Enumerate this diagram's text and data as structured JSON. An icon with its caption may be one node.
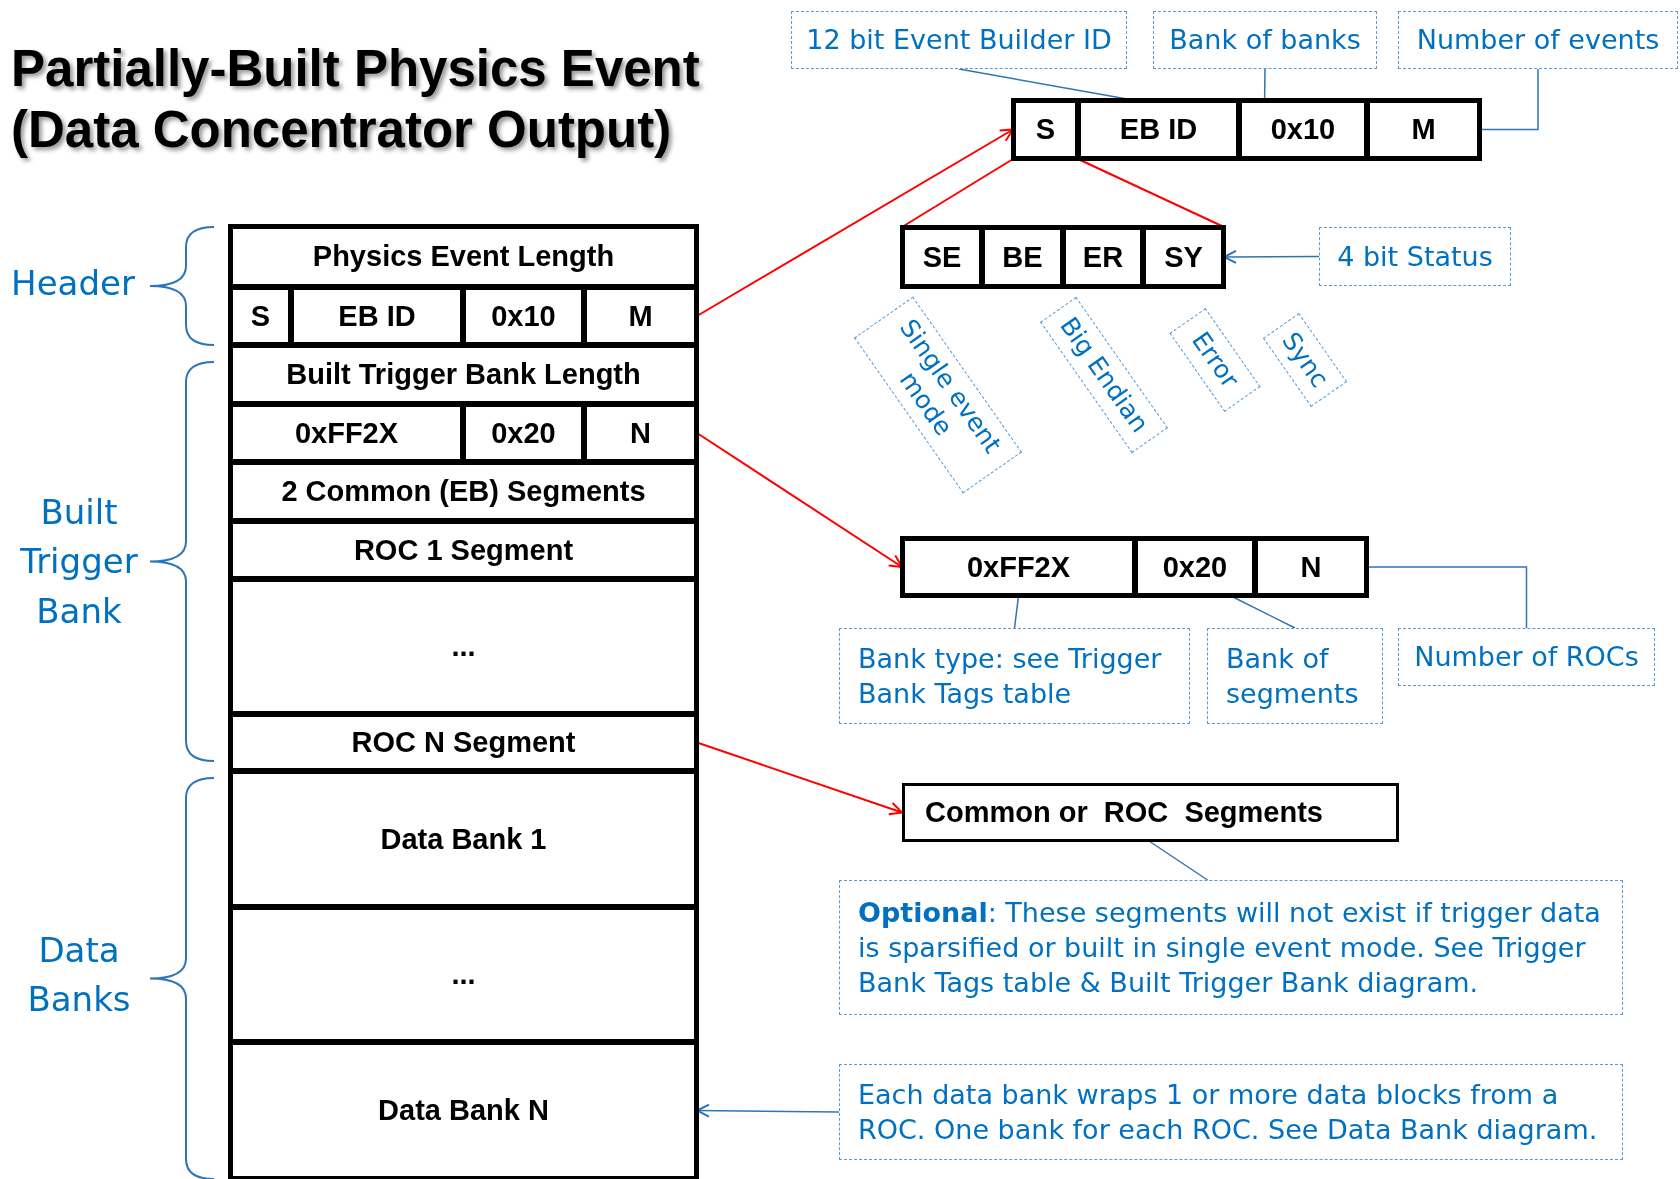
{
  "diagram": {
    "title": "Partially-Built Physics Event (Data Concentrator Output)",
    "nodes": [
      {
        "text": [],
        "shape": "box"
      },
      {
        "text": [
          "Physics Event Length"
        ],
        "in": 0
      },
      {
        "text": [
          "S"
        ],
        "in": 0
      },
      {
        "text": [
          "EB ID"
        ],
        "in": 0
      },
      {
        "text": [
          "0x10"
        ],
        "in": 0
      },
      {
        "text": [
          "M"
        ],
        "in": 0
      },
      {
        "text": [
          "Built Trigger Bank Length"
        ],
        "in": 0
      },
      {
        "text": [
          "0xFF2X"
        ],
        "in": 0
      },
      {
        "text": [
          "0x20"
        ],
        "in": 0
      },
      {
        "text": [
          "N"
        ],
        "in": 0
      },
      {
        "text": [
          "2 Common (EB) Segments"
        ],
        "in": 0
      },
      {
        "text": [
          "ROC 1 Segment"
        ],
        "in": 0
      },
      {
        "text": [
          "..."
        ],
        "in": 0
      },
      {
        "text": [
          "ROC N Segment"
        ],
        "in": 0
      },
      {
        "text": [
          "Data Bank 1"
        ],
        "in": 0
      },
      {
        "text": [
          "..."
        ],
        "in": 0
      },
      {
        "text": [
          "Data Bank N"
        ],
        "in": 0
      },
      {
        "text": [],
        "shape": "box"
      },
      {
        "text": [
          "S"
        ],
        "in": 17
      },
      {
        "text": [
          "EB ID"
        ],
        "in": 17
      },
      {
        "text": [
          "0x10"
        ],
        "in": 17
      },
      {
        "text": [
          "M"
        ],
        "in": 17
      },
      {
        "text": [
          "12 bit Event Builder ID"
        ]
      },
      {
        "text": [
          "Bank of banks"
        ]
      },
      {
        "text": [
          "Number of events"
        ]
      },
      {
        "text": [],
        "shape": "box"
      },
      {
        "text": [
          "SE"
        ],
        "in": 25
      },
      {
        "text": [
          "BE"
        ],
        "in": 25
      },
      {
        "text": [
          "ER"
        ],
        "in": 25
      },
      {
        "text": [
          "SY"
        ],
        "in": 25
      },
      {
        "text": [
          "4 bit Status"
        ]
      },
      {
        "text": [
          "Single event mode"
        ]
      },
      {
        "text": [
          "Big Endian"
        ]
      },
      {
        "text": [
          "Error"
        ]
      },
      {
        "text": [
          "Sync"
        ]
      },
      {
        "text": [],
        "shape": "box"
      },
      {
        "text": [
          "0xFF2X"
        ],
        "in": 35
      },
      {
        "text": [
          "0x20"
        ],
        "in": 35
      },
      {
        "text": [
          "N"
        ],
        "in": 35
      },
      {
        "text": [
          "Bank type: see Trigger Bank Tags table"
        ]
      },
      {
        "text": [
          "Bank of segments"
        ]
      },
      {
        "text": [
          "Number of ROCs"
        ]
      },
      {
        "text": [
          "Common or  ROC  Segments"
        ]
      },
      {
        "text": [
          "**Optional**: These segments will not exist if trigger data is sparsified or built in single event mode. See Trigger Bank Tags table & Built Trigger Bank diagram."
        ]
      },
      {
        "text": [
          "Each data bank wraps 1 or more data blocks from a ROC. One bank for each ROC. See Data Bank diagram."
        ]
      }
    ],
    "edges": [
      {
        "from": 5,
        "to": 17,
        "arrow": "to",
        "color": "#ff0000"
      },
      {
        "from": 9,
        "to": 35,
        "arrow": "to",
        "color": "#ff0000"
      },
      {
        "from": 13,
        "to": 42,
        "arrow": "to",
        "color": "#ff0000"
      },
      {
        "from": 18,
        "to": 25,
        "arrow": "none",
        "color": "#ff0000"
      },
      {
        "from": 18,
        "to": 25,
        "arrow": "none",
        "color": "#ff0000"
      },
      {
        "from": 22,
        "to": 19,
        "arrow": "none"
      },
      {
        "from": 23,
        "to": 20,
        "arrow": "none"
      },
      {
        "from": 24,
        "to": 21,
        "arrow": "none"
      },
      {
        "from": 30,
        "to": 29,
        "arrow": "to"
      },
      {
        "from": 39,
        "to": 36,
        "arrow": "none"
      },
      {
        "from": 40,
        "to": 37,
        "arrow": "none"
      },
      {
        "from": 41,
        "to": 38,
        "arrow": "none"
      },
      {
        "from": 43,
        "to": 42,
        "arrow": "none"
      },
      {
        "from": 44,
        "to": 16,
        "arrow": "to"
      }
    ],
    "labels": [
      "Header",
      "Built Trigger Bank",
      "Data Banks"
    ]
  }
}
